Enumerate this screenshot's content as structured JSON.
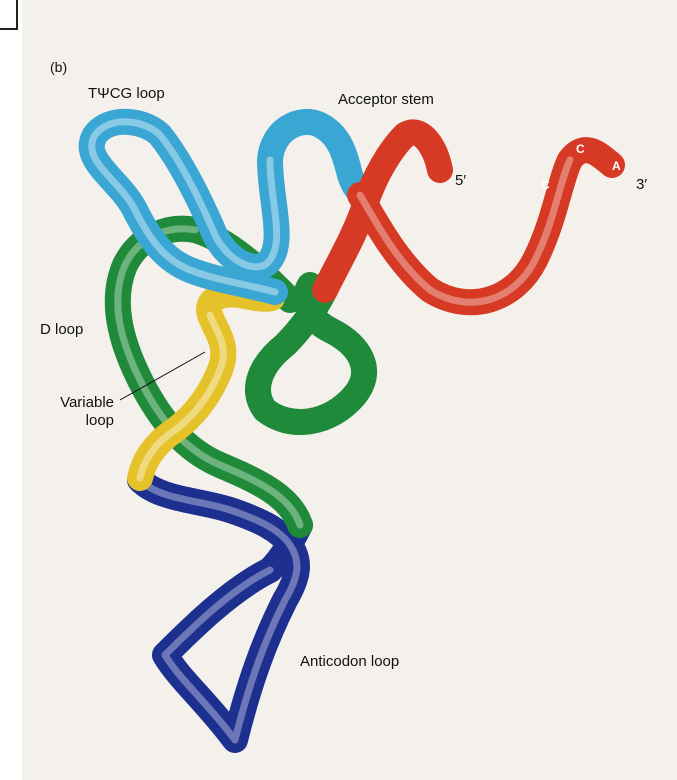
{
  "figure": {
    "panel_label": "(b)",
    "labels": {
      "tpsicg_loop": "TΨCG loop",
      "acceptor_stem": "Acceptor stem",
      "five_prime": "5′",
      "three_prime": "3′",
      "d_loop": "D loop",
      "variable_loop": "Variable\nloop",
      "anticodon_loop": "Anticodon loop"
    },
    "nucleotides": [
      "C",
      "C",
      "A"
    ],
    "colors": {
      "acceptor": "#d63a24",
      "tpsicg": "#3aa6d4",
      "d_arm": "#1f8a3a",
      "variable": "#e6c22a",
      "anticodon": "#1d2f8f"
    }
  }
}
